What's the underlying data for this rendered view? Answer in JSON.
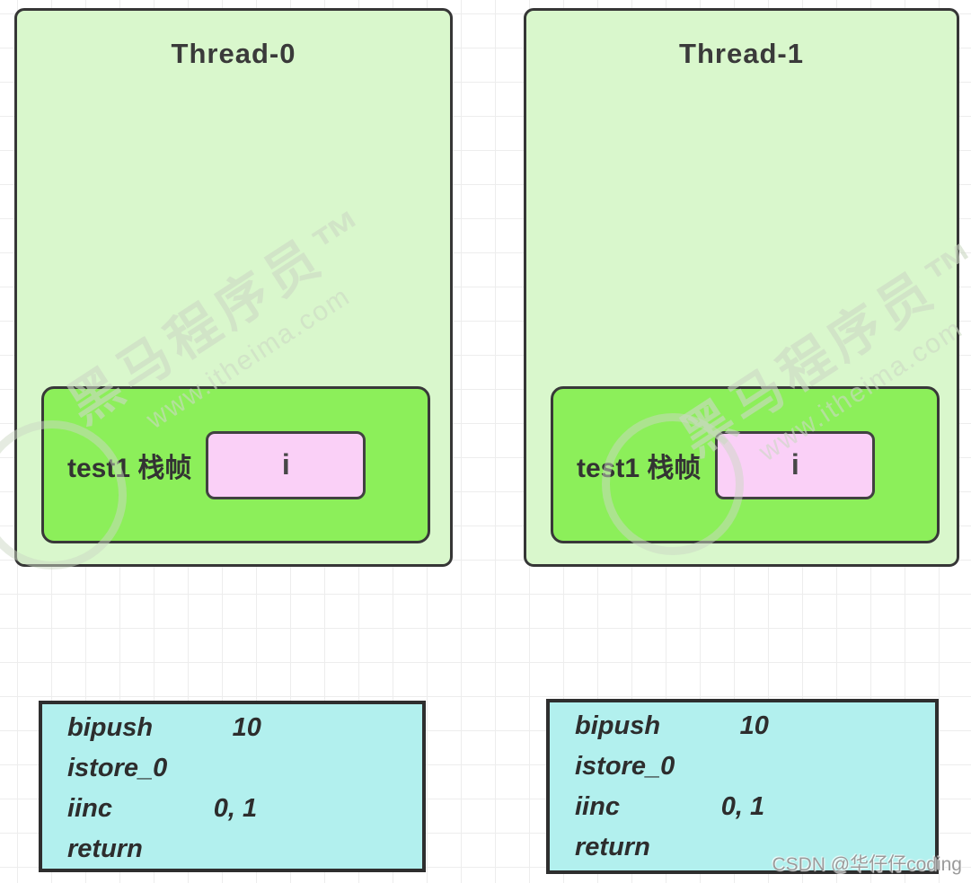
{
  "threads": [
    {
      "title": "Thread-0",
      "frame_label": "test1 栈帧",
      "slot_label": "i",
      "bytecode": [
        "bipush           10",
        "istore_0",
        "iinc              0, 1",
        "return"
      ]
    },
    {
      "title": "Thread-1",
      "frame_label": "test1 栈帧",
      "slot_label": "i",
      "bytecode": [
        "bipush           10",
        "istore_0",
        "iinc              0, 1",
        "return"
      ]
    }
  ],
  "watermark": {
    "brand": "黑马程序员™",
    "url": "www.itheima.com"
  },
  "csdn_watermark": "CSDN @华仔仔coding",
  "colors": {
    "panel_green": "#d9f7cc",
    "frame_green": "#8cef5a",
    "slot_pink": "#fad0f7",
    "bytecode_cyan": "#b2f0ee",
    "border_dark": "#363636",
    "grid_line": "#ededed",
    "watermark_gray": "#cbd8c4",
    "csdn_gray": "#9a9a9a"
  }
}
